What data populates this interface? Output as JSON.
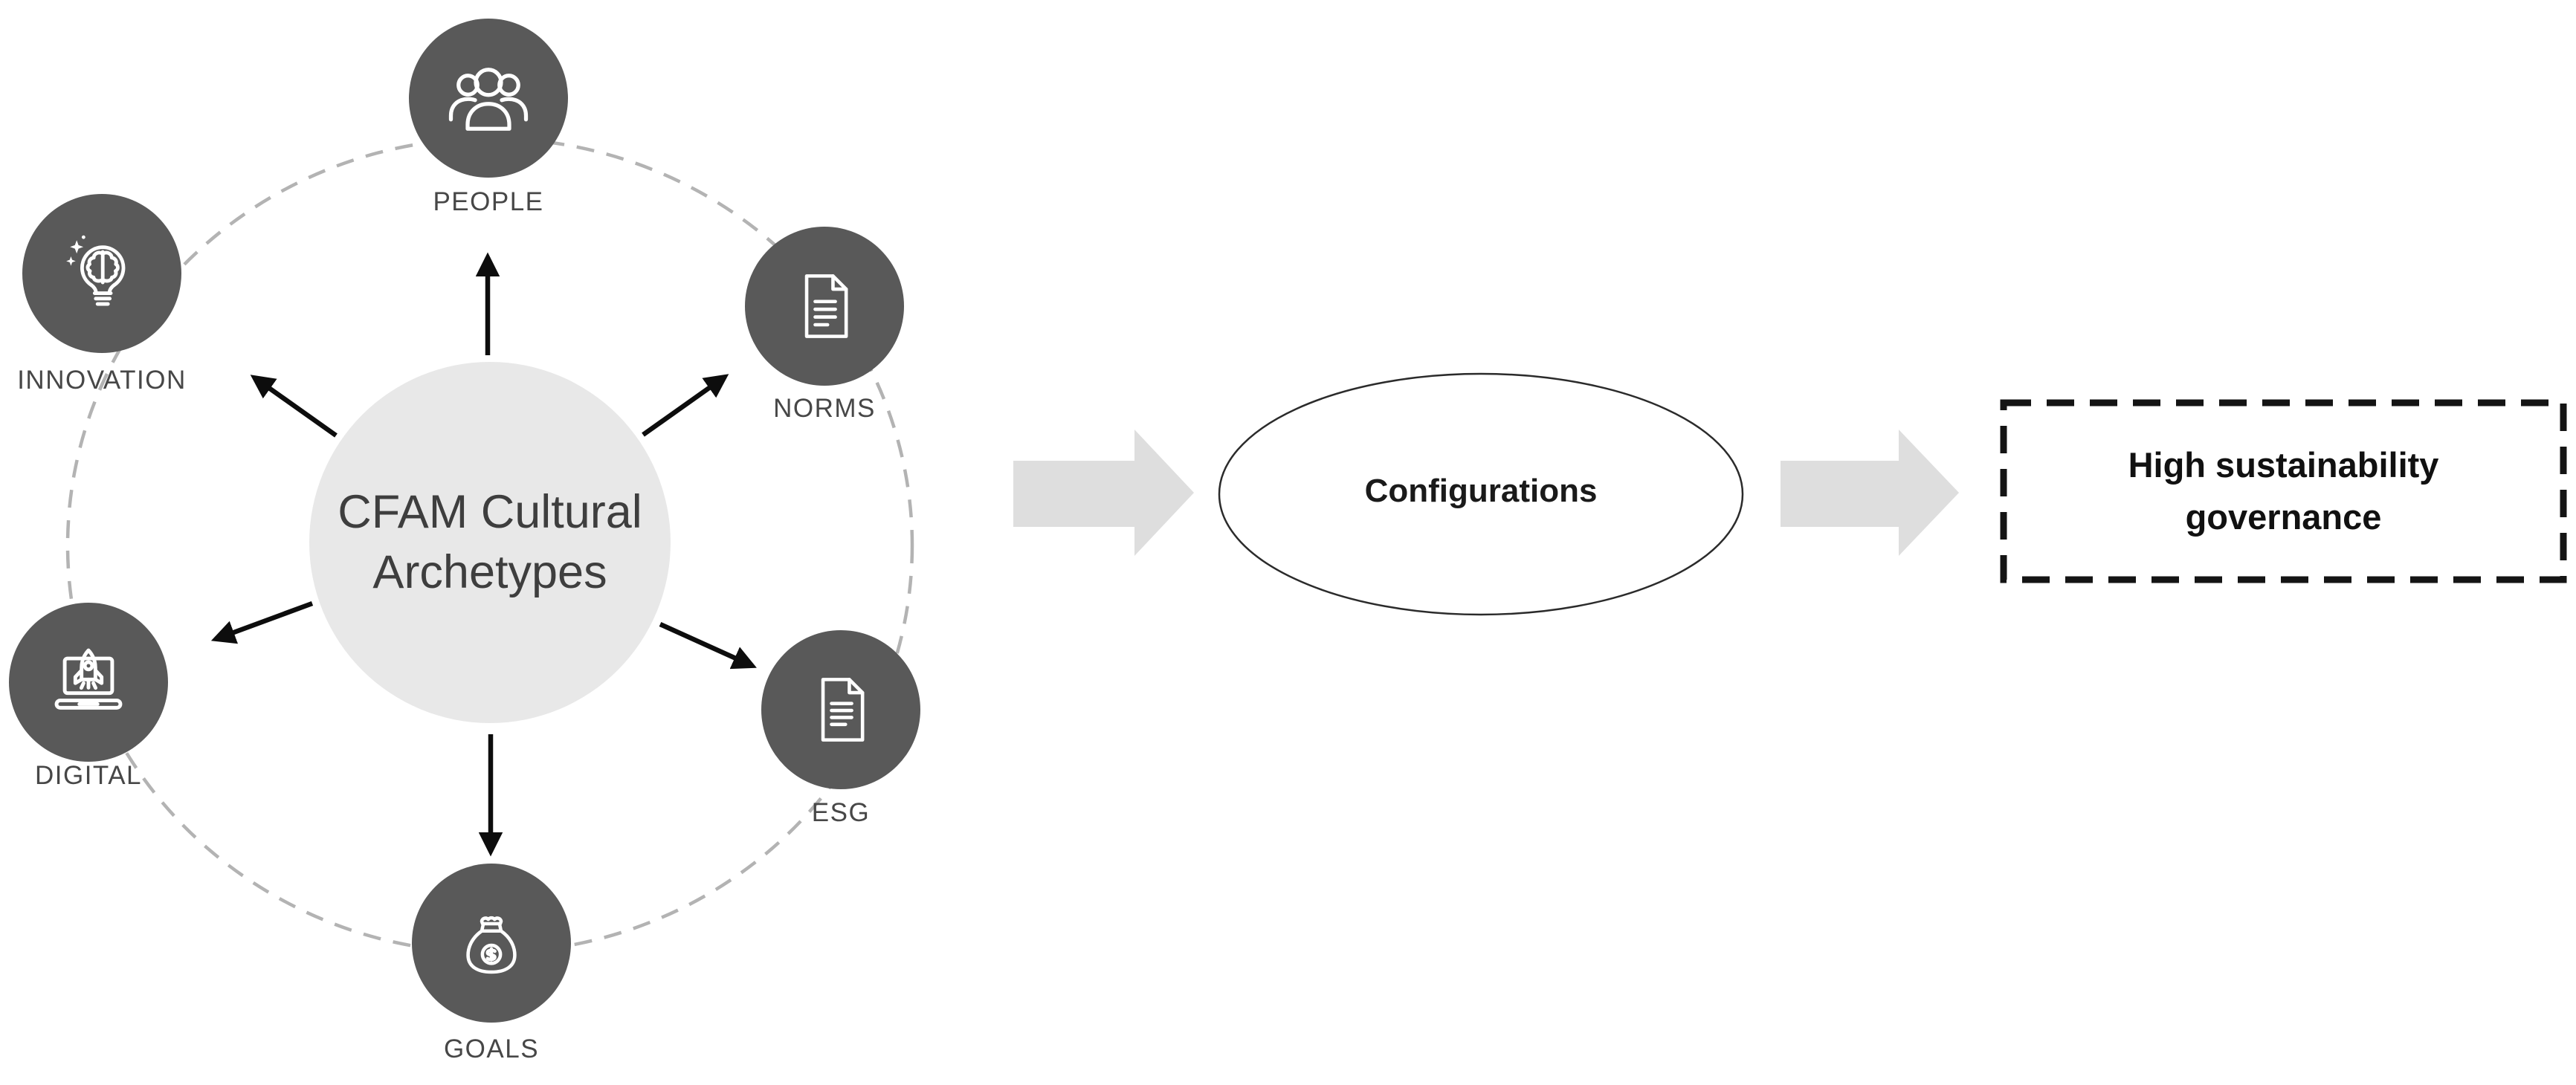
{
  "diagram": {
    "title_implicit": "CFAM Cultural Archetypes configuration model",
    "center": {
      "line1": "CFAM Cultural",
      "line2": "Archetypes"
    },
    "nodes": [
      {
        "id": "people",
        "label": "PEOPLE",
        "icon": "people-group-icon"
      },
      {
        "id": "norms",
        "label": "NORMS",
        "icon": "document-icon"
      },
      {
        "id": "esg",
        "label": "ESG",
        "icon": "document-icon"
      },
      {
        "id": "goals",
        "label": "GOALS",
        "icon": "money-bag-icon"
      },
      {
        "id": "digital",
        "label": "DIGITAL",
        "icon": "laptop-rocket-icon"
      },
      {
        "id": "innovation",
        "label": "INNOVATION",
        "icon": "brain-bulb-icon"
      }
    ],
    "process": {
      "label": "Configurations"
    },
    "outcome": {
      "line1": "High sustainability",
      "line2": "governance"
    },
    "colors": {
      "node_fill": "#595959",
      "center_fill": "#e8e8e8",
      "icon_stroke": "#ffffff",
      "arrow_black": "#0d0d0d",
      "block_arrow_fill": "#dedede",
      "dashed_ring": "#b3b3b3",
      "label_text": "#474747",
      "center_text": "#3e3e3e",
      "ellipse_stroke": "#2b2b2b",
      "outcome_border": "#141414",
      "outcome_text": "#111111",
      "config_text": "#1a1a1a"
    }
  }
}
